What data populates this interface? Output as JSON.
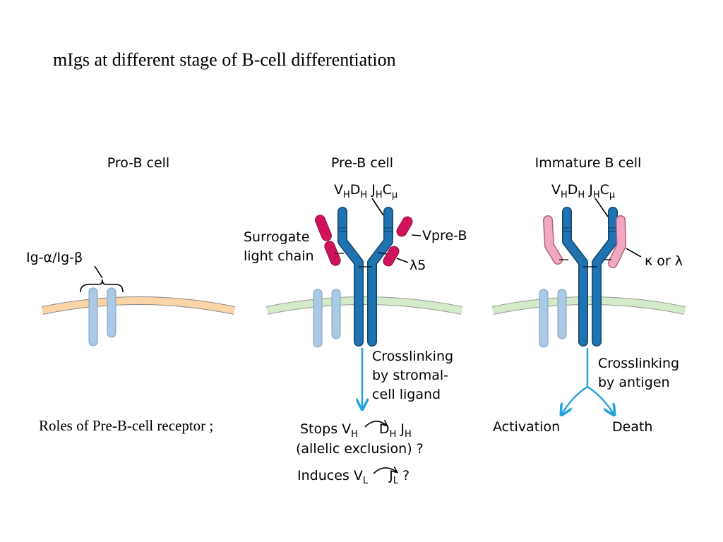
{
  "title": "mIgs at different stage of B-cell differentiation",
  "side_note": "Roles of Pre-B-cell receptor ;",
  "colors": {
    "pro_membrane": "#fbd5a8",
    "membrane": "#d3ebc8",
    "ig_ab": "#a9c9e4",
    "heavy_chain": "#1f73b0",
    "surrogate": "#d0125a",
    "light_chain": "#f2a8c2",
    "arrow": "#24a2dc"
  },
  "pro_b": {
    "heading": "Pro-B cell",
    "ig_label_a": "Ig-",
    "ig_label_alpha": "α",
    "ig_label_mid": "/Ig-",
    "ig_label_beta": "β"
  },
  "pre_b": {
    "heading": "Pre-B cell",
    "vdj": {
      "V": "V",
      "sub1": "H",
      "D": "D",
      "sub2": "H",
      "J": "J",
      "sub3": "H",
      "C": "C",
      "sub4": "μ"
    },
    "surrogate_line1": "Surrogate",
    "surrogate_line2": "light chain",
    "vpre_b": "Vpre-B",
    "lambda5_symbol": "λ",
    "lambda5_num": "5",
    "crosslink_line1": "Crosslinking",
    "crosslink_line2": "by stromal-",
    "crosslink_line3": "cell ligand",
    "stops": {
      "prefix": "Stops V",
      "sub1": "H",
      "D": "D",
      "sub2": "H",
      "J": "J",
      "sub3": "H"
    },
    "allelic": "(allelic exclusion) ?",
    "induces": {
      "prefix": "Induces V",
      "sub1": "L",
      "J": "J",
      "sub2": "L",
      "suffix": " ?"
    }
  },
  "immature_b": {
    "heading": "Immature B cell",
    "vdj": {
      "V": "V",
      "sub1": "H",
      "D": "D",
      "sub2": "H",
      "J": "J",
      "sub3": "H",
      "C": "C",
      "sub4": "μ"
    },
    "kappa": "κ",
    "or": " or ",
    "lambda": "λ",
    "crosslink_line1": "Crosslinking",
    "crosslink_line2": "by antigen",
    "activation": "Activation",
    "death": "Death"
  }
}
